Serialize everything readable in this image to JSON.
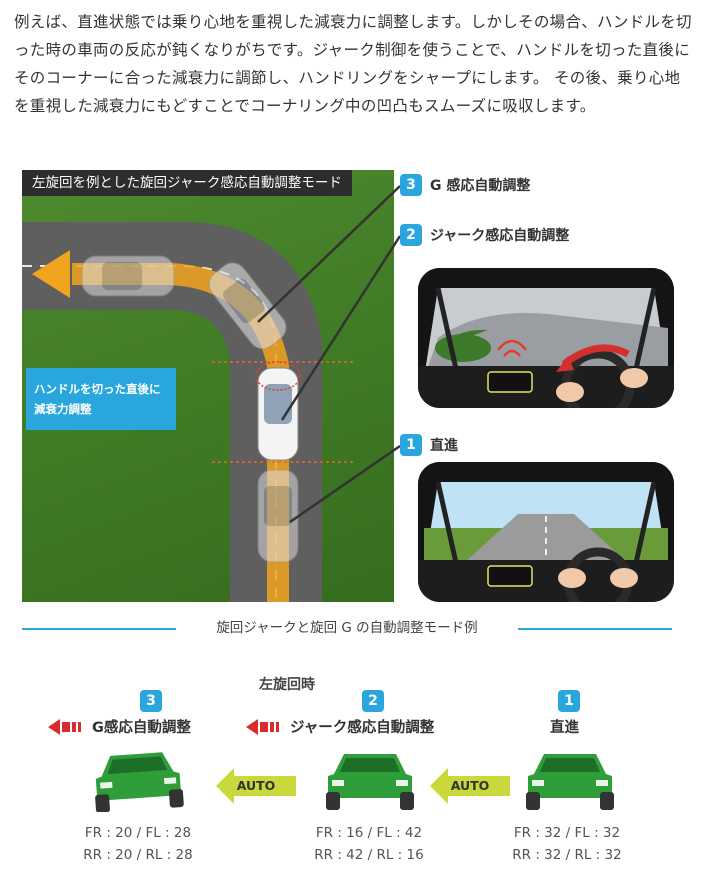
{
  "paragraph": "例えば、直進状態では乗り心地を重視した減衰力に調整します。しかしその場合、ハンドルを切った時の車両の反応が鈍くなりがちです。ジャーク制御を使うことで、ハンドルを切った直後にそのコーナーに合った減衰力に調節し、ハンドリングをシャープにします。 その後、乗り心地を重視した減衰力にもどすことでコーナリング中の凹凸もスムーズに吸収します。",
  "figure": {
    "scene_title": "左旋回を例とした旋回ジャーク感応自動調整モード",
    "callout_line1": "ハンドルを切った直後に",
    "callout_line2": "減衰力調整",
    "steps": [
      {
        "num": "3",
        "label": "G 感応自動調整"
      },
      {
        "num": "2",
        "label": "ジャーク感応自動調整"
      },
      {
        "num": "1",
        "label": "直進"
      }
    ]
  },
  "section_caption": "旋回ジャークと旋回 G の自動調整モード例",
  "mode_title": "左旋回時",
  "auto_label": "AUTO",
  "modes": [
    {
      "num": "3",
      "name": "G感応自動調整",
      "values_line1": "FR : 20 / FL : 28",
      "values_line2": "RR : 20 / RL : 28"
    },
    {
      "num": "2",
      "name": "ジャーク感応自動調整",
      "values_line1": "FR : 16 / FL : 42",
      "values_line2": "RR : 42 / RL : 16"
    },
    {
      "num": "1",
      "name": "直進",
      "values_line1": "FR : 32 / FL : 32",
      "values_line2": "RR : 32 / RL : 32"
    }
  ],
  "colors": {
    "accent": "#2aa6df",
    "car_green": "#2f9e3a",
    "auto_arrow": "#c9d83a",
    "red_arrow": "#d92b2b",
    "road": "#5f5f5f",
    "path": "#f1a51e"
  }
}
